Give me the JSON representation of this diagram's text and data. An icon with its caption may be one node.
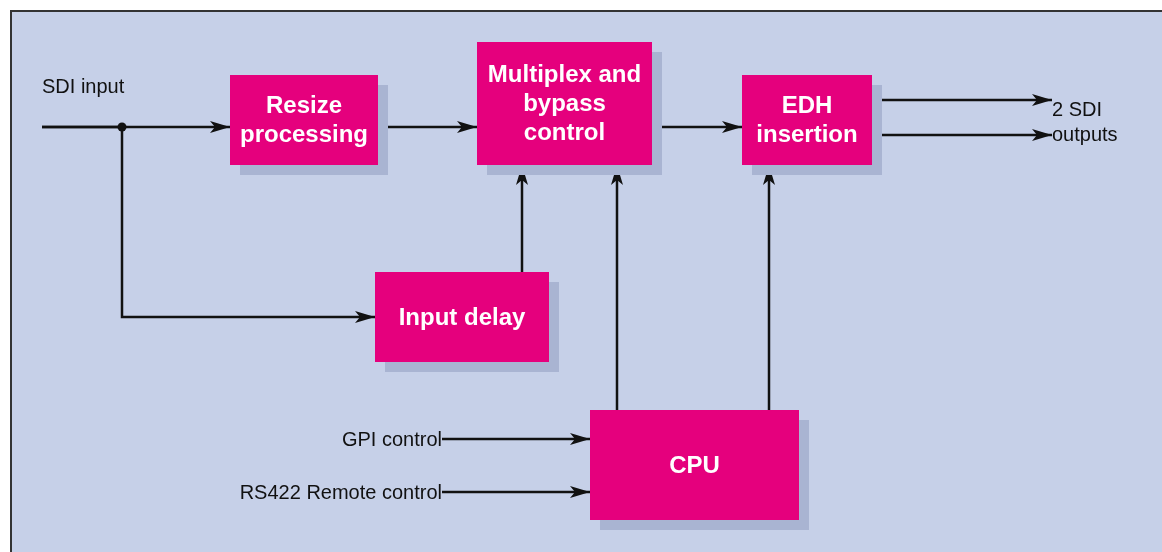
{
  "diagram": {
    "nodes": [
      {
        "text": [
          "SDI input"
        ]
      },
      {
        "text": [
          "Resize processing"
        ]
      },
      {
        "text": [
          "Multiplex and bypass control"
        ]
      },
      {
        "text": [
          "EDH insertion"
        ]
      },
      {
        "text": [
          "Input delay"
        ]
      },
      {
        "text": [
          "CPU"
        ]
      },
      {
        "text": [
          "GPI control"
        ]
      },
      {
        "text": [
          "RS422 Remote control"
        ]
      },
      {
        "text": [
          "2 SDI outputs"
        ]
      }
    ],
    "edges": [
      {
        "from": 0,
        "to": 1,
        "arrow": "to"
      },
      {
        "from": 0,
        "to": 4,
        "arrow": "to"
      },
      {
        "from": 1,
        "to": 2,
        "arrow": "to"
      },
      {
        "from": 4,
        "to": 2,
        "arrow": "to"
      },
      {
        "from": 5,
        "to": 2,
        "arrow": "to"
      },
      {
        "from": 2,
        "to": 3,
        "arrow": "to"
      },
      {
        "from": 5,
        "to": 3,
        "arrow": "to"
      },
      {
        "from": 3,
        "to": 8,
        "arrow": "to"
      },
      {
        "from": 3,
        "to": 8,
        "arrow": "to"
      },
      {
        "from": 6,
        "to": 5,
        "arrow": "to"
      },
      {
        "from": 7,
        "to": 5,
        "arrow": "to"
      }
    ]
  }
}
